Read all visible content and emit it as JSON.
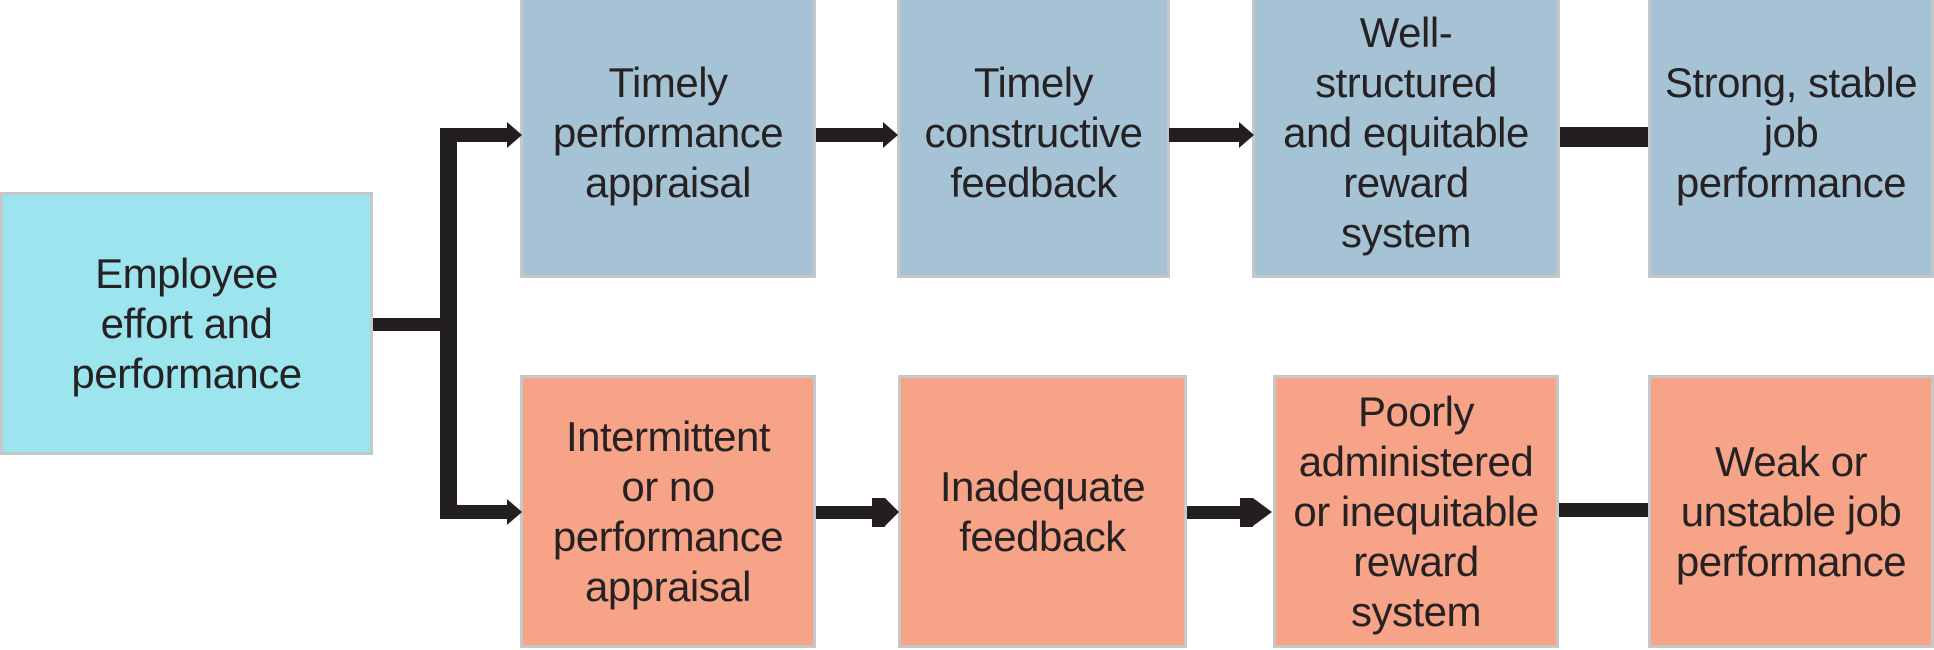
{
  "diagram": {
    "type": "flowchart",
    "description": "Employee effort and performance branching into two appraisal-outcome paths",
    "colors": {
      "page_bg": "#ffffff",
      "source_fill": "#9ce4ee",
      "positive_fill": "#a5c3d5",
      "negative_fill": "#f6a387",
      "connector": "#231f20",
      "text": "#262223",
      "box_border": "#c6c7c7"
    },
    "source": {
      "id": "employee-effort-performance",
      "lines": [
        "Employee",
        "effort and",
        "performance"
      ]
    },
    "top_row": [
      {
        "id": "timely-performance-appraisal",
        "lines": [
          "Timely",
          "performance",
          "appraisal"
        ]
      },
      {
        "id": "timely-constructive-feedback",
        "lines": [
          "Timely",
          "constructive",
          "feedback"
        ]
      },
      {
        "id": "well-structured-equitable-reward-system",
        "lines": [
          "Well-",
          "structured",
          "and equitable",
          "reward",
          "system"
        ]
      },
      {
        "id": "strong-stable-job-performance",
        "lines": [
          "Strong, stable",
          "job",
          "performance"
        ]
      }
    ],
    "bottom_row": [
      {
        "id": "intermittent-or-no-performance-appraisal",
        "lines": [
          "Intermittent",
          "or no",
          "performance",
          "appraisal"
        ]
      },
      {
        "id": "inadequate-feedback",
        "lines": [
          "Inadequate",
          "feedback"
        ]
      },
      {
        "id": "poorly-administered-or-inequitable-reward-system",
        "lines": [
          "Poorly",
          "administered",
          "or inequitable",
          "reward",
          "system"
        ]
      },
      {
        "id": "weak-or-unstable-job-performance",
        "lines": [
          "Weak or",
          "unstable job",
          "performance"
        ]
      }
    ]
  }
}
